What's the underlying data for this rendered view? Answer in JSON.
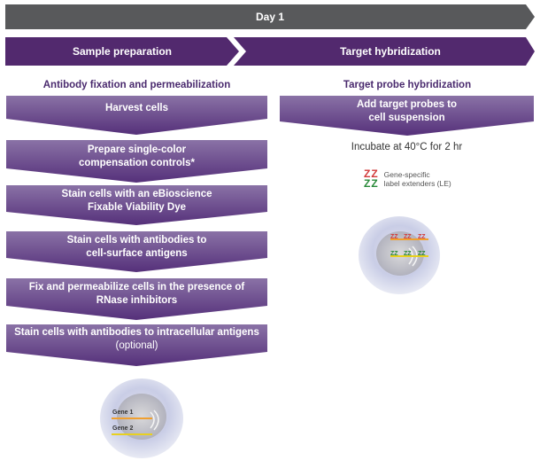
{
  "header": {
    "day_label": "Day 1",
    "phases": [
      {
        "label": "Sample preparation"
      },
      {
        "label": "Target hybridization"
      }
    ]
  },
  "colors": {
    "day_banner": "#58595b",
    "phase_banner": "#52296e",
    "step_top": "#7e6499",
    "step_bottom": "#55307a",
    "section_title": "#4a2a6e",
    "gene1_line": "#f0a030",
    "gene2_line": "#e8d020",
    "le_red": "#d23a3a",
    "le_green": "#2a8a3a"
  },
  "left_column": {
    "title": "Antibody fixation and permeabilization",
    "steps": [
      {
        "line1": "Harvest cells",
        "line2": ""
      },
      {
        "line1": "Prepare single-color",
        "line2": "compensation controls*"
      },
      {
        "line1": "Stain cells with an eBioscience",
        "line2": "Fixable Viability Dye"
      },
      {
        "line1": "Stain cells with antibodies to",
        "line2": "cell-surface antigens"
      },
      {
        "line1": "Fix and permeabilize cells in the presence of",
        "line2": "RNase inhibitors"
      },
      {
        "line1": "Stain cells with antibodies to intracellular antigens",
        "line2": "(optional)"
      }
    ],
    "cell_illustration": {
      "icon": "cell-icon",
      "gene_labels": [
        "Gene 1",
        "Gene 2"
      ]
    }
  },
  "right_column": {
    "title": "Target probe hybridization",
    "steps": [
      {
        "line1": "Add target probes to",
        "line2": "cell suspension"
      }
    ],
    "incubation": "Incubate at 40°C for 2 hr",
    "legend": {
      "glyph_red": "ZZ",
      "glyph_green": "ZZ",
      "line1": "Gene-specific",
      "line2": "label extenders (LE)"
    },
    "cell_illustration": {
      "icon": "cell-with-probes-icon"
    }
  }
}
